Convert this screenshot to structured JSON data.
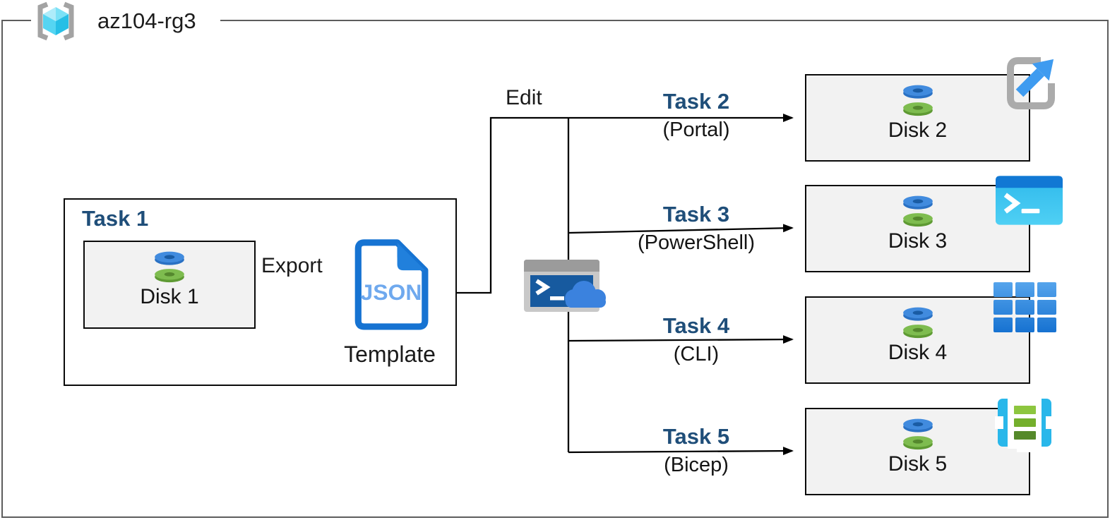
{
  "group": {
    "label": "az104-rg3",
    "icon": "resource-group-icon"
  },
  "task1": {
    "title": "Task 1",
    "disk_label": "Disk 1"
  },
  "export_label": "Export",
  "edit_label": "Edit",
  "json_doc": {
    "text": "JSON",
    "caption": "Template",
    "icon": "json-file-icon"
  },
  "cloud_shell": {
    "icon": "cloud-shell-icon"
  },
  "tasks": [
    {
      "name": "Task 2",
      "method": "(Portal)",
      "disk_label": "Disk 2",
      "corner_icon": "portal-launch-icon"
    },
    {
      "name": "Task 3",
      "method": "(PowerShell)",
      "disk_label": "Disk 3",
      "corner_icon": "powershell-terminal-icon"
    },
    {
      "name": "Task 4",
      "method": "(CLI)",
      "disk_label": "Disk 4",
      "corner_icon": "cli-grid-icon"
    },
    {
      "name": "Task 5",
      "method": "(Bicep)",
      "disk_label": "Disk 5",
      "corner_icon": "bicep-template-icon"
    }
  ],
  "colors": {
    "task_label": "#1F4E79",
    "box_fill": "#F2F2F2",
    "outer_border": "#5d5d5d",
    "line": "#000000",
    "json_blue": "#1673D2",
    "json_text_blue": "#6FA9EE",
    "portal_arrow_blue": "#3E9BF0",
    "powershell_cyan": "#3AC4EF",
    "bicep_cyan": "#29B7EA",
    "disk_blue": "#418BDE",
    "disk_green": "#7EBC4F"
  }
}
